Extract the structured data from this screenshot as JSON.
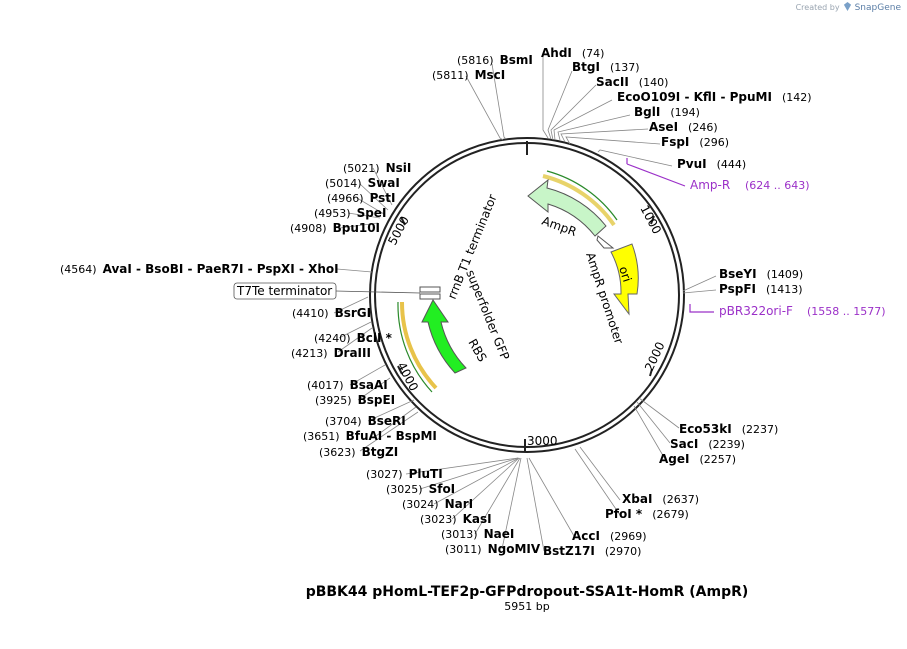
{
  "credit": {
    "prefix": "Created by",
    "brand": "SnapGene"
  },
  "title": "pBBK44 pHomL-TEF2p-GFPdropout-SSA1t-HomR (AmpR)",
  "subtitle": "5951 bp",
  "plasmid_length": 5951,
  "ticks": [
    "1000",
    "2000",
    "3000",
    "4000",
    "5000"
  ],
  "sites": [
    {
      "name": "BsmI",
      "pos": "(5816)"
    },
    {
      "name": "MscI",
      "pos": "(5811)"
    },
    {
      "name": "AhdI",
      "pos": "(74)"
    },
    {
      "name": "BtgI",
      "pos": "(137)"
    },
    {
      "name": "SacII",
      "pos": "(140)"
    },
    {
      "name": "EcoO109I  -  KflI  -  PpuMI",
      "pos": "(142)"
    },
    {
      "name": "BglI",
      "pos": "(194)"
    },
    {
      "name": "AseI",
      "pos": "(246)"
    },
    {
      "name": "FspI",
      "pos": "(296)"
    },
    {
      "name": "PvuI",
      "pos": "(444)"
    },
    {
      "name": "NsiI",
      "pos": "(5021)"
    },
    {
      "name": "SwaI",
      "pos": "(5014)"
    },
    {
      "name": "PstI",
      "pos": "(4966)"
    },
    {
      "name": "SpeI",
      "pos": "(4953)"
    },
    {
      "name": "Bpu10I",
      "pos": "(4908)"
    },
    {
      "name": "AvaI  -  BsoBI  -  PaeR7I  -  PspXI  -  XhoI",
      "pos": "(4564)"
    },
    {
      "name": "BsrGI",
      "pos": "(4410)"
    },
    {
      "name": "BclI *",
      "pos": "(4240)"
    },
    {
      "name": "DraIII",
      "pos": "(4213)"
    },
    {
      "name": "BsaAI",
      "pos": "(4017)"
    },
    {
      "name": "BspEI",
      "pos": "(3925)"
    },
    {
      "name": "BseRI",
      "pos": "(3704)"
    },
    {
      "name": "BfuAI  -  BspMI",
      "pos": "(3651)"
    },
    {
      "name": "BtgZI",
      "pos": "(3623)"
    },
    {
      "name": "PluTI",
      "pos": "(3027)"
    },
    {
      "name": "SfoI",
      "pos": "(3025)"
    },
    {
      "name": "NarI",
      "pos": "(3024)"
    },
    {
      "name": "KasI",
      "pos": "(3023)"
    },
    {
      "name": "NaeI",
      "pos": "(3013)"
    },
    {
      "name": "NgoMIV",
      "pos": "(3011)"
    },
    {
      "name": "BseYI",
      "pos": "(1409)"
    },
    {
      "name": "PspFI",
      "pos": "(1413)"
    },
    {
      "name": "Eco53kI",
      "pos": "(2237)"
    },
    {
      "name": "SacI",
      "pos": "(2239)"
    },
    {
      "name": "AgeI",
      "pos": "(2257)"
    },
    {
      "name": "XbaI",
      "pos": "(2637)"
    },
    {
      "name": "PfoI *",
      "pos": "(2679)"
    },
    {
      "name": "AccI",
      "pos": "(2969)"
    },
    {
      "name": "BstZ17I",
      "pos": "(2970)"
    }
  ],
  "primers": [
    {
      "name": "Amp-R",
      "pos": "(624 .. 643)"
    },
    {
      "name": "pBR322ori-F",
      "pos": "(1558 .. 1577)"
    }
  ],
  "features": {
    "ampr": "AmpR",
    "ampr_promoter": "AmpR promoter",
    "ori": "ori",
    "rrnb": "rrnB T1 terminator",
    "sfgfp": "superfolder GFP",
    "rbs": "RBS",
    "t7te": "T7Te terminator"
  },
  "colors": {
    "ampr": "#c8f5c8",
    "ori": "#ffff00",
    "sfgfp": "#22ee22",
    "primer": "#9b30c8",
    "backbone": "#222222"
  }
}
